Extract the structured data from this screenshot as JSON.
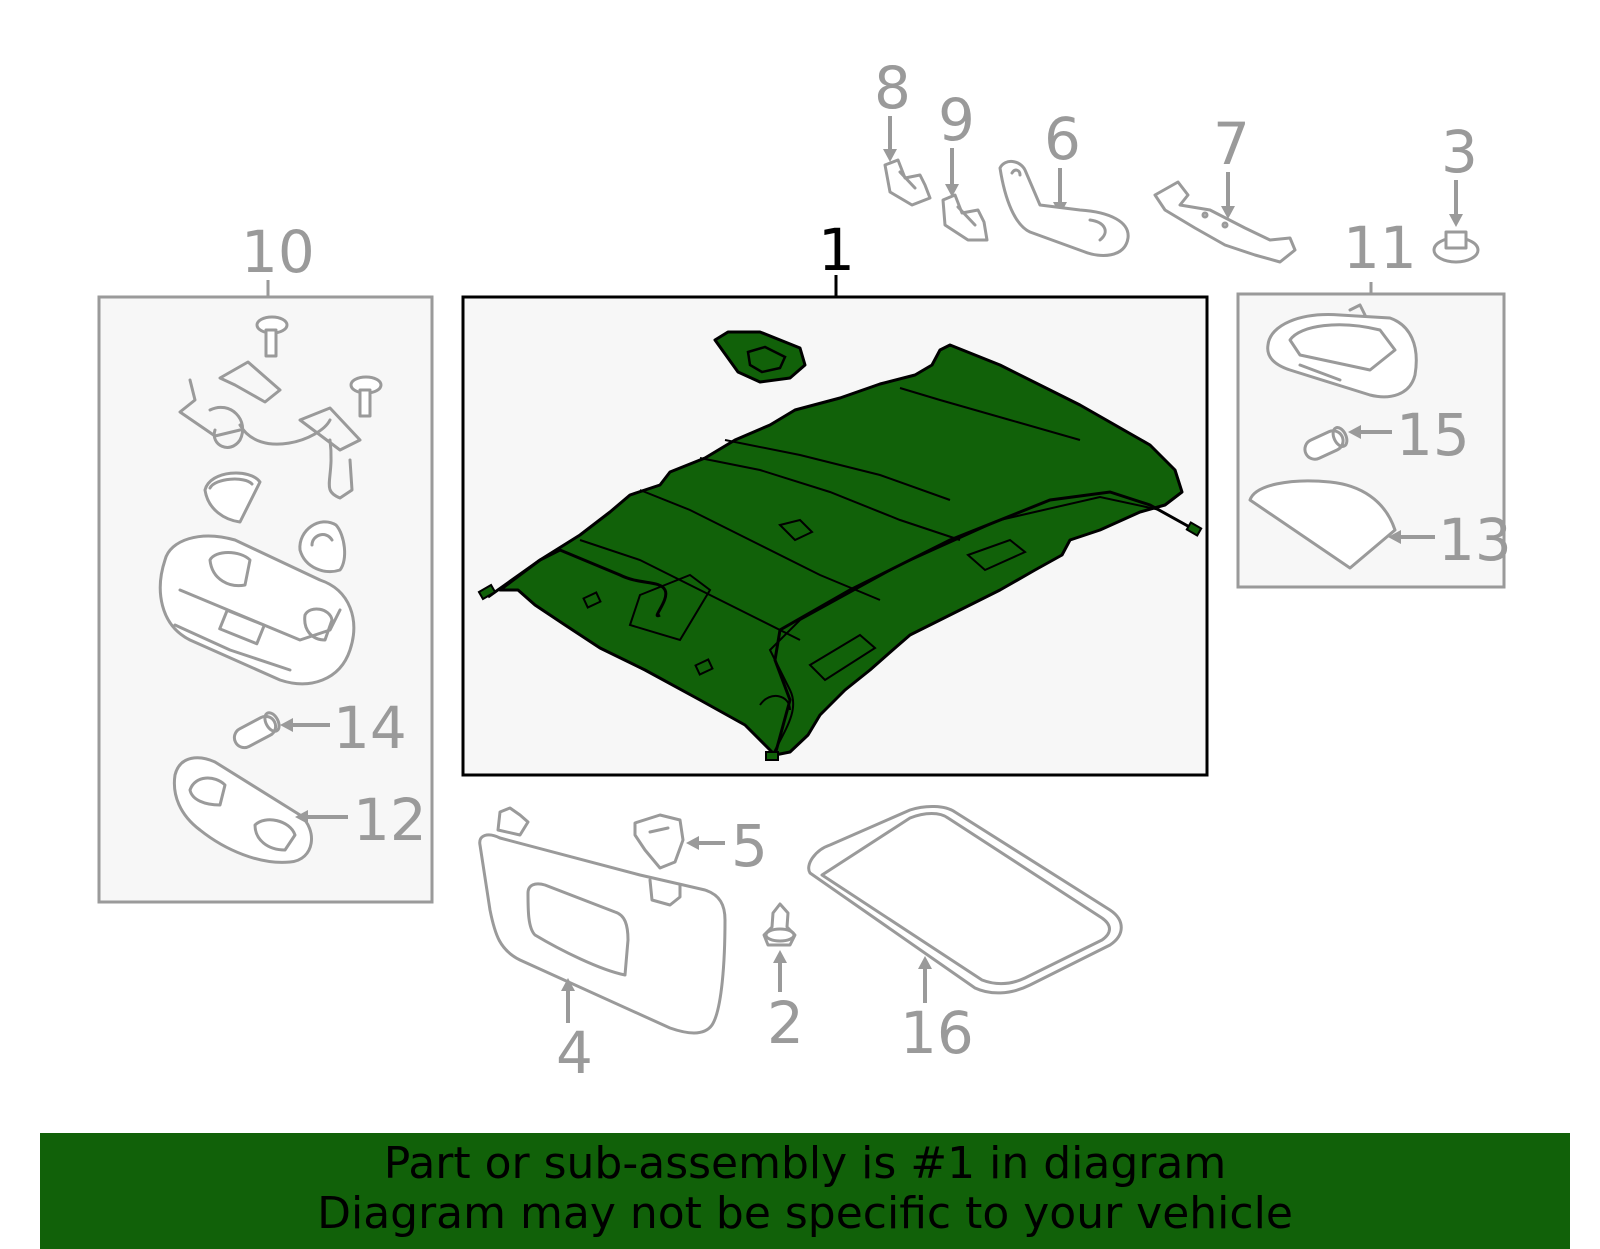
{
  "callouts": {
    "c1": "1",
    "c2": "2",
    "c3": "3",
    "c4": "4",
    "c5": "5",
    "c6": "6",
    "c7": "7",
    "c8": "8",
    "c9": "9",
    "c10": "10",
    "c11": "11",
    "c12": "12",
    "c13": "13",
    "c14": "14",
    "c15": "15",
    "c16": "16"
  },
  "banner": {
    "line1": "Part or sub-assembly is #1 in diagram",
    "line2": "Diagram may not be specific to your vehicle"
  },
  "colors": {
    "highlight": "#116109",
    "parts_outline": "#9a9a9a",
    "panel_background": "#f7f7f7"
  },
  "icons": {
    "headliner": "headliner-icon",
    "sun-visor": "sun-visor-icon",
    "sunroof-seal": "sunroof-seal-icon"
  }
}
